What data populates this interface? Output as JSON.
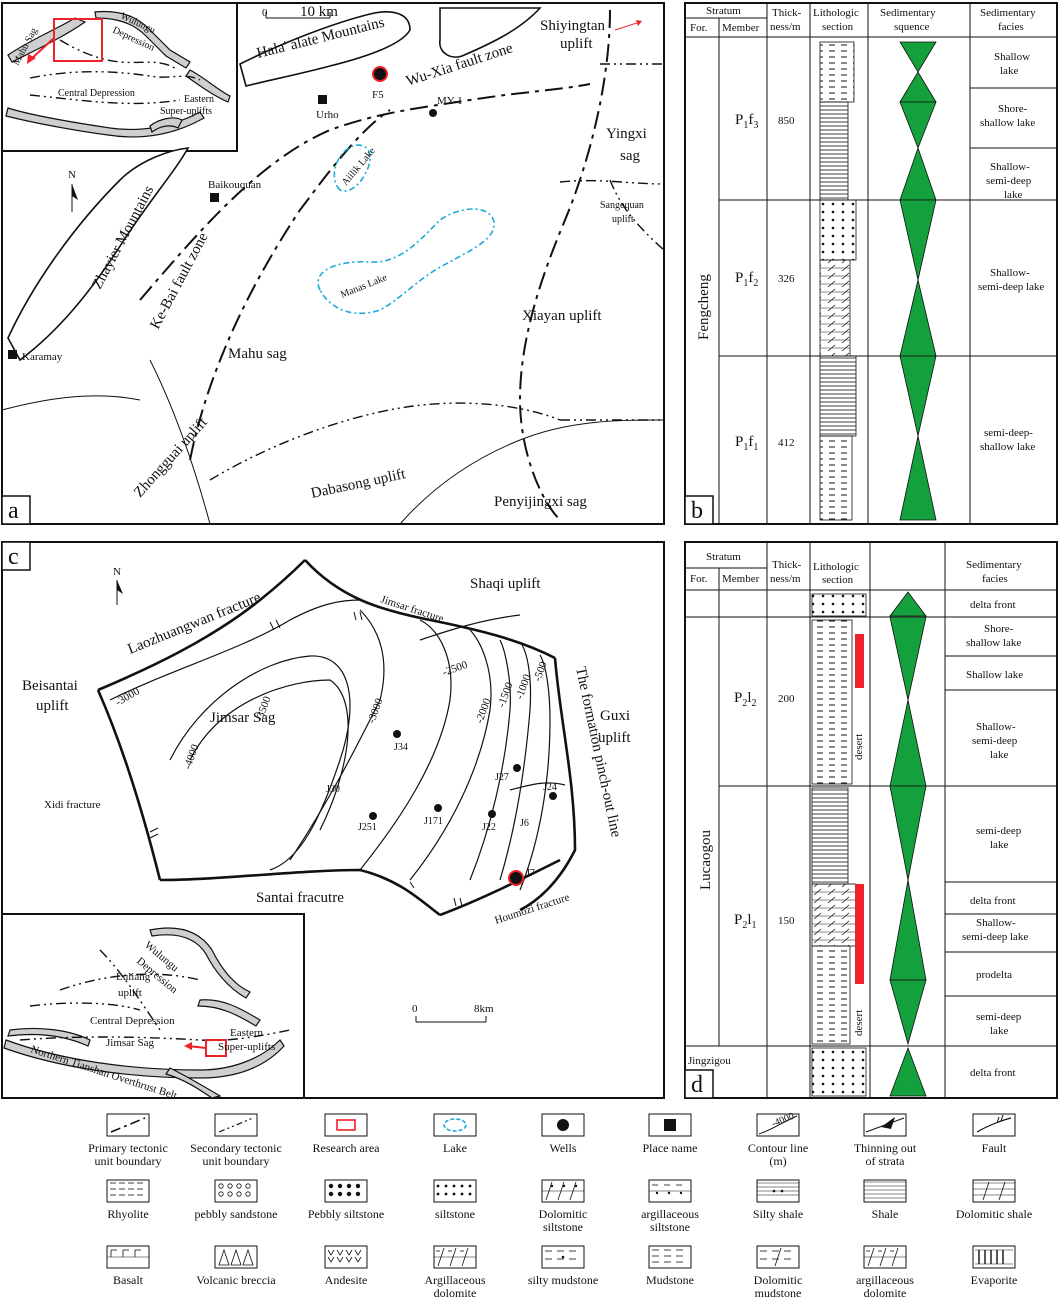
{
  "panel_a": {
    "letter": "a",
    "scale_label": "10 km",
    "scale_zero": "0",
    "north": "N",
    "regions": {
      "hala_alate": "Hala' alate Mountains",
      "wu_xia": "Wu-Xia fault zone",
      "shiyingtan": "Shiyingtan",
      "shiyingtan2": "uplift",
      "yingxi": "Yingxi",
      "yingxi2": "sag",
      "sangequan": "Sangequan",
      "sangequan2": "uplift",
      "baikouquan": "Baikouquan",
      "zhayier": "Zhayier Mountains",
      "ke_bai": "Ke-Bai fault zone",
      "aiilik": "Aiilik Lake",
      "manas": "Manas Lake",
      "xiayan": "Xiayan uplift",
      "mahu": "Mahu sag",
      "karamay": "Karamay",
      "zhongguai": "Zhongguai uplift",
      "dabasong": "Dabasong uplift",
      "penyijingxi": "Penyijingxi sag",
      "urho": "Urho",
      "f5": "F5",
      "my1": "MY-1"
    },
    "inset": {
      "mahu_sag": "Mahu Sag",
      "wulungu": "Wulungu",
      "depression": "Depression",
      "central": "Central Depression",
      "eastern": "Eastern",
      "super": "Super-uplifts"
    }
  },
  "panel_b": {
    "letter": "b",
    "headers": {
      "stratum": "Stratum",
      "for": "For.",
      "member": "Member",
      "thick1": "Thick-",
      "thick2": "ness/m",
      "litho1": "Lithologic",
      "litho2": "section",
      "seq1": "Sedimentary",
      "seq2": "squence",
      "facies1": "Sedimentary",
      "facies2": "facies"
    },
    "formation": "Fengcheng",
    "members": [
      {
        "name": "P",
        "sub": "1",
        "rest": "f",
        "sub2": "3",
        "thickness": "850"
      },
      {
        "name": "P",
        "sub": "1",
        "rest": "f",
        "sub2": "2",
        "thickness": "326"
      },
      {
        "name": "P",
        "sub": "1",
        "rest": "f",
        "sub2": "1",
        "thickness": "412"
      }
    ],
    "facies": [
      [
        "Shallow",
        "lake"
      ],
      [
        "Shore-",
        "shallow lake"
      ],
      [
        "Shallow-",
        "semi-deep",
        "lake"
      ],
      [
        "Shallow-",
        "semi-deep lake"
      ],
      [
        "semi-deep-",
        "shallow lake"
      ]
    ]
  },
  "panel_c": {
    "letter": "c",
    "north": "N",
    "regions": {
      "laozhuangwan": "Laozhuangwan fracture",
      "shaqi": "Shaqi uplift",
      "jimsar_fracture": "Jimsar fracture",
      "beisantai1": "Beisantai",
      "beisantai2": "uplift",
      "jimsar_sag": "Jimsar Sag",
      "guxi1": "Guxi",
      "guxi2": "uplift",
      "pinchout": "The formation pinch-out line",
      "xidi": "Xidi fracture",
      "santai": "Santai fracutre",
      "houmozi": "Houmozi fracture"
    },
    "contours": [
      "-3000",
      "-3500",
      "-4000",
      "-3000",
      "-2500",
      "-2000",
      "-1500",
      "-1000",
      "-500"
    ],
    "wells": [
      "J34",
      "J30",
      "J251",
      "J171",
      "J22",
      "J27",
      "J24",
      "J6",
      "J7"
    ],
    "scale_zero": "0",
    "scale_label": "8km",
    "inset": {
      "wulungu": "Wulungu",
      "depression": "Depression",
      "luliang1": "Luliang",
      "luliang2": "uplift",
      "central": "Central Depression",
      "jimsar": "Jimsar Sag",
      "eastern": "Eastern",
      "super": "Super-uplifts",
      "tianshan": "Northern Tianshan Overthrust Belt"
    }
  },
  "panel_d": {
    "letter": "d",
    "headers": {
      "stratum": "Stratum",
      "for": "For.",
      "member": "Member",
      "thick1": "Thick-",
      "thick2": "ness/m",
      "litho1": "Lithologic",
      "litho2": "section",
      "facies1": "Sedimentary",
      "facies2": "facies"
    },
    "formation_main": "Lucaogou",
    "formation_base": "Jingzigou",
    "members": [
      {
        "name": "P",
        "sub": "2",
        "rest": "l",
        "sub2": "2",
        "thickness": "200"
      },
      {
        "name": "P",
        "sub": "2",
        "rest": "l",
        "sub2": "1",
        "thickness": "150"
      }
    ],
    "desert": "desert",
    "facies": [
      [
        "delta front"
      ],
      [
        "Shore-",
        "shallow lake"
      ],
      [
        "Shallow lake"
      ],
      [
        "Shallow-",
        "semi-deep",
        "lake"
      ],
      [
        "semi-deep",
        "lake"
      ],
      [
        "delta front"
      ],
      [
        "Shallow-",
        "semi-deep lake"
      ],
      [
        "prodelta"
      ],
      [
        "semi-deep",
        "lake"
      ],
      [
        "delta front"
      ]
    ]
  },
  "legend": {
    "row1": [
      {
        "icon": "primary-boundary-icon",
        "label": [
          "Primary tectonic",
          "unit boundary"
        ]
      },
      {
        "icon": "secondary-boundary-icon",
        "label": [
          "Secondary tectonic",
          "unit boundary"
        ]
      },
      {
        "icon": "research-area-icon",
        "label": [
          "Research area"
        ]
      },
      {
        "icon": "lake-icon",
        "label": [
          "Lake"
        ]
      },
      {
        "icon": "wells-icon",
        "label": [
          "Wells"
        ]
      },
      {
        "icon": "place-name-icon",
        "label": [
          "Place name"
        ]
      },
      {
        "icon": "contour-line-icon",
        "label": [
          "Contour line",
          "(m)"
        ],
        "value": "-4000"
      },
      {
        "icon": "thinning-icon",
        "label": [
          "Thinning out",
          "of strata"
        ]
      },
      {
        "icon": "fault-icon",
        "label": [
          "Fault"
        ]
      }
    ],
    "row2": [
      {
        "icon": "rhyolite-icon",
        "label": [
          "Rhyolite"
        ]
      },
      {
        "icon": "pebbly-sandstone-icon",
        "label": [
          "pebbly sandstone"
        ]
      },
      {
        "icon": "pebbly-siltstone-icon",
        "label": [
          "Pebbly siltstone"
        ]
      },
      {
        "icon": "siltstone-icon",
        "label": [
          "siltstone"
        ]
      },
      {
        "icon": "dolomitic-siltstone-icon",
        "label": [
          "Dolomitic",
          "siltstone"
        ]
      },
      {
        "icon": "argillaceous-siltstone-icon",
        "label": [
          "argillaceous",
          "siltstone"
        ]
      },
      {
        "icon": "silty-shale-icon",
        "label": [
          "Silty shale"
        ]
      },
      {
        "icon": "shale-icon",
        "label": [
          "Shale"
        ]
      },
      {
        "icon": "dolomitic-shale-icon",
        "label": [
          "Dolomitic shale"
        ]
      }
    ],
    "row3": [
      {
        "icon": "basalt-icon",
        "label": [
          "Basalt"
        ]
      },
      {
        "icon": "volcanic-breccia-icon",
        "label": [
          "Volcanic breccia"
        ]
      },
      {
        "icon": "andesite-icon",
        "label": [
          "Andesite"
        ]
      },
      {
        "icon": "argillaceous-dolomite-icon",
        "label": [
          "Argillaceous",
          "dolomite"
        ]
      },
      {
        "icon": "silty-mudstone-icon",
        "label": [
          "silty mudstone"
        ]
      },
      {
        "icon": "mudstone-icon",
        "label": [
          "Mudstone"
        ]
      },
      {
        "icon": "dolomitic-mudstone-icon",
        "label": [
          "Dolomitic",
          "mudstone"
        ]
      },
      {
        "icon": "argillaceous-dolomite2-icon",
        "label": [
          "argillaceous",
          "dolomite"
        ]
      },
      {
        "icon": "evaporite-icon",
        "label": [
          "Evaporite"
        ]
      }
    ]
  }
}
